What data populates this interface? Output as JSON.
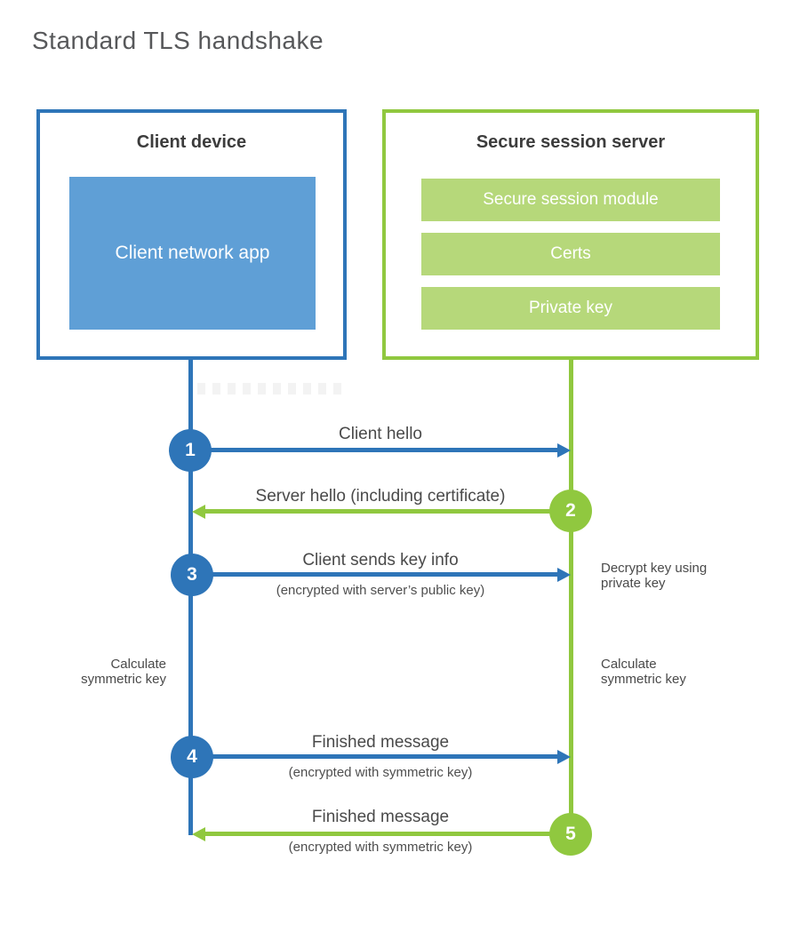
{
  "page": {
    "title": "Standard TLS handshake"
  },
  "colors": {
    "blue": "#2e75b8",
    "blue_fill": "#5f9fd6",
    "green": "#90c83f",
    "green_fill": "#b6d87a",
    "heading_text": "#3c3c3c",
    "label_text": "#4a4a4a",
    "title_text": "#57585a"
  },
  "client": {
    "title": "Client device",
    "app": "Client network app"
  },
  "server": {
    "title": "Secure session server",
    "modules": [
      "Secure session module",
      "Certs",
      "Private key"
    ]
  },
  "steps": [
    {
      "num": "1",
      "label": "Client hello",
      "sub": "",
      "direction": "client-to-server"
    },
    {
      "num": "2",
      "label": "Server hello (including certificate)",
      "sub": "",
      "direction": "server-to-client"
    },
    {
      "num": "3",
      "label": "Client sends key info",
      "sub": "(encrypted with server’s public key)",
      "direction": "client-to-server"
    },
    {
      "num": "4",
      "label": "Finished message",
      "sub": "(encrypted with symmetric key)",
      "direction": "client-to-server"
    },
    {
      "num": "5",
      "label": "Finished message",
      "sub": "(encrypted with symmetric key)",
      "direction": "server-to-client"
    }
  ],
  "notes": {
    "decrypt_line1": "Decrypt key using",
    "decrypt_line2": "private key",
    "calc_left_line1": "Calculate",
    "calc_left_line2": "symmetric key",
    "calc_right_line1": "Calculate",
    "calc_right_line2": "symmetric key"
  }
}
